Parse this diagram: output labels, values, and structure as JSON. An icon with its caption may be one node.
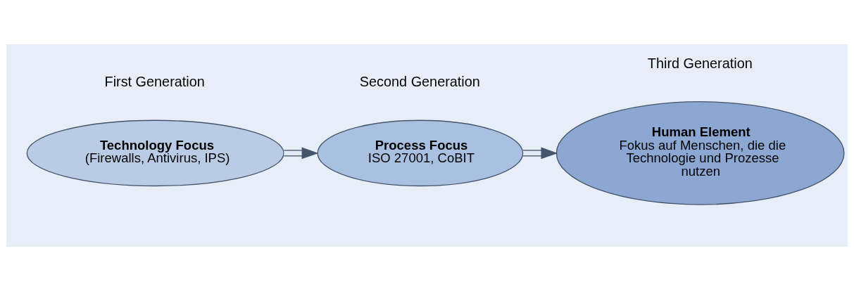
{
  "diagram": {
    "nodes": [
      {
        "text": [
          "Technology Focus",
          "(Firewalls, Antivirus, IPS)"
        ],
        "beside": [
          "First Generation"
        ]
      },
      {
        "text": [
          "Process Focus",
          "ISO 27001, CoBIT"
        ],
        "beside": [
          "Second Generation"
        ]
      },
      {
        "text": [
          "Human Element",
          "Fokus auf Menschen, die die Technologie und Prozesse nutzen"
        ],
        "beside": [
          "Third Generation"
        ]
      }
    ],
    "edges": [
      {
        "from": 0,
        "to": 1,
        "arrow": "to"
      },
      {
        "from": 1,
        "to": 2,
        "arrow": "to"
      }
    ]
  }
}
